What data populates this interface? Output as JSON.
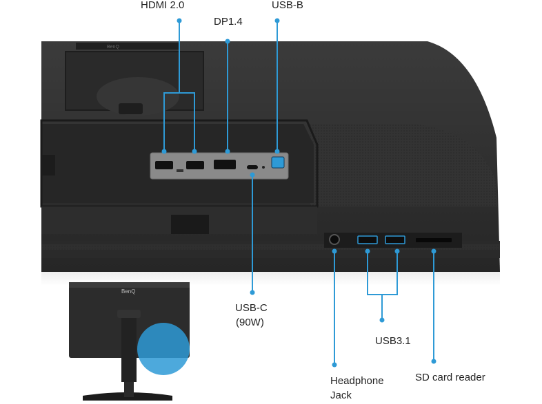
{
  "labels": {
    "hdmi": "HDMI 2.0",
    "dp": "DP1.4",
    "usbb": "USB-B",
    "usbc_line1": "USB-C",
    "usbc_line2": "(90W)",
    "usb31": "USB3.1",
    "headphone_line1": "Headphone",
    "headphone_line2": "Jack",
    "sdcard": "SD card reader",
    "brand": "BenQ"
  },
  "colors": {
    "accent": "#2e9ad6",
    "body_dark": "#2b2b2b",
    "body_mid": "#3a3a3a",
    "port_panel": "#8a8a8a"
  }
}
